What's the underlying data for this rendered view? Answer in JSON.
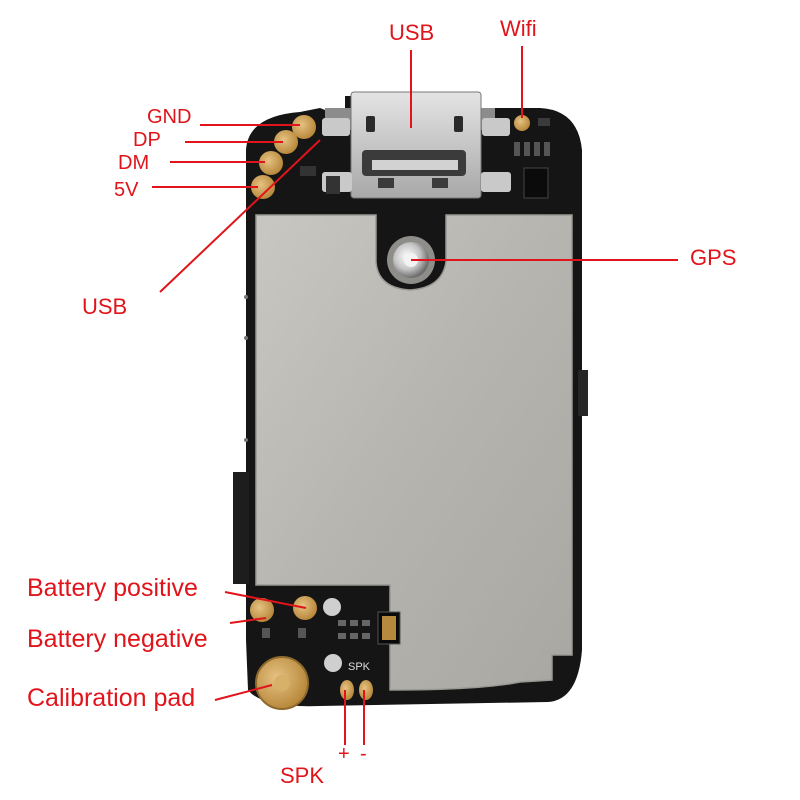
{
  "labels": {
    "usb_top": "USB",
    "wifi": "Wifi",
    "gnd": "GND",
    "dp": "DP",
    "dm": "DM",
    "v5": "5V",
    "usb_left": "USB",
    "gps": "GPS",
    "battery_positive": "Battery positive",
    "battery_negative": "Battery negative",
    "calibration_pad": "Calibration pad",
    "spk": "SPK",
    "spk_plus": "+",
    "spk_minus": "-",
    "silk_spk": "SPK"
  },
  "colors": {
    "label_red": "#e0141a",
    "pcb_black": "#141414",
    "shield_gray": "#b9b7b2",
    "pad_gold": "#c89a4a"
  }
}
